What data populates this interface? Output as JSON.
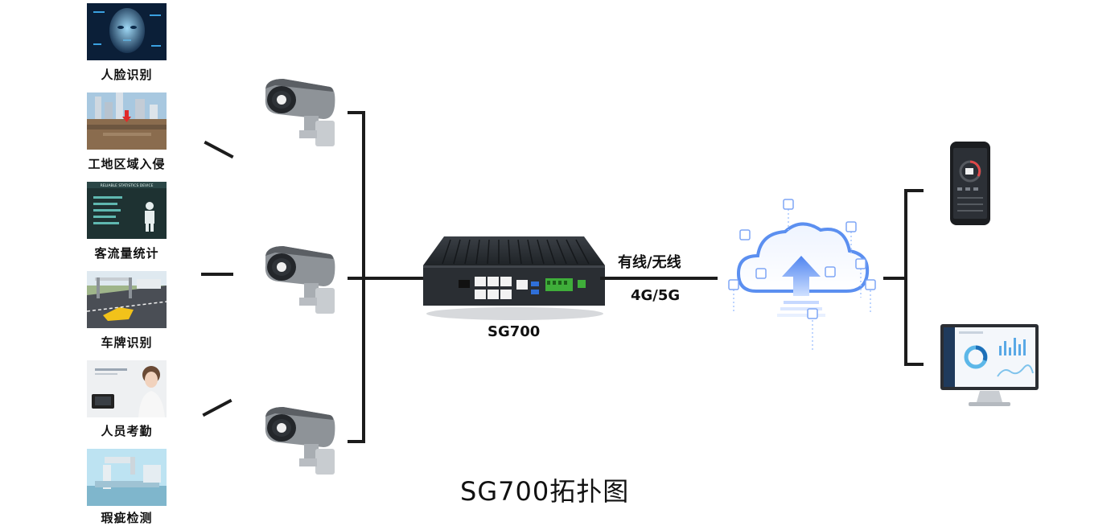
{
  "applications": [
    {
      "label": "人脸识别"
    },
    {
      "label": "工地区域入侵"
    },
    {
      "label": "客流量统计"
    },
    {
      "label": "车牌识别"
    },
    {
      "label": "人员考勤"
    },
    {
      "label": "瑕疵检测"
    }
  ],
  "thumb_texts": {
    "stats_banner": "RELIABLE STATISTICS DEVICE"
  },
  "gateway": {
    "name": "SG700"
  },
  "link": {
    "top_label": "有线/无线",
    "bottom_label": "4G/5G"
  },
  "caption": "SG700拓扑图",
  "colors": {
    "line": "#1c1c1c",
    "cloud_blue": "#5b8ff0",
    "cloud_light": "#a9c7ff",
    "device_dark": "#2a2e33"
  }
}
